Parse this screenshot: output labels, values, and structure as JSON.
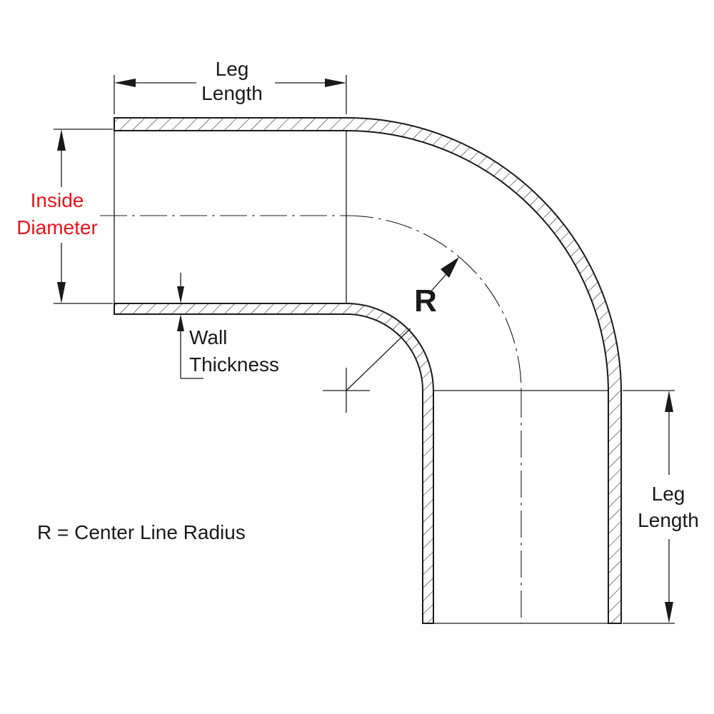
{
  "labels": {
    "leg_length_top": [
      "Leg",
      "Length"
    ],
    "inside_diameter": [
      "Inside",
      "Diameter"
    ],
    "wall_thickness": [
      "Wall",
      "Thickness"
    ],
    "radius_symbol": "R",
    "leg_length_right": [
      "Leg",
      "Length"
    ],
    "legend": "R = Center Line Radius"
  },
  "colors": {
    "line": "#1a1a1a",
    "highlight": "#e8141b",
    "background": "#ffffff"
  }
}
